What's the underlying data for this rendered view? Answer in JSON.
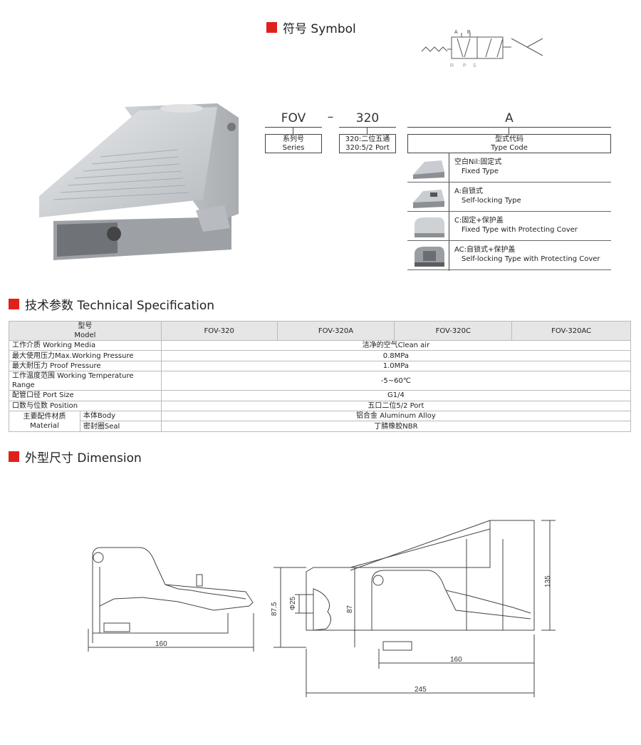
{
  "symbol": {
    "heading": "符号 Symbol",
    "port_top": [
      "A",
      "B"
    ],
    "port_bottom": [
      "R",
      "P",
      "S"
    ]
  },
  "order_code": {
    "series": {
      "code": "FOV",
      "label_cn": "系列号",
      "label_en": "Series"
    },
    "dash": "–",
    "port": {
      "code": "320",
      "label_cn": "320:二位五通",
      "label_en": "320:5/2 Port"
    },
    "type": {
      "code": "A",
      "label_cn": "型式代码",
      "label_en": "Type Code"
    },
    "type_options": [
      {
        "cn": "空白Nil:固定式",
        "en": "Fixed Type"
      },
      {
        "cn": "A:自锁式",
        "en": "Self-locking Type"
      },
      {
        "cn": "C:固定+保护盖",
        "en": "Fixed Type with Protecting Cover"
      },
      {
        "cn": "AC:自锁式+保护盖",
        "en": "Self-locking Type with Protecting Cover"
      }
    ]
  },
  "tech_spec": {
    "heading": "技术参数 Technical Specification",
    "model_cn": "型号",
    "model_en": "Model",
    "models": [
      "FOV-320",
      "FOV-320A",
      "FOV-320C",
      "FOV-320AC"
    ],
    "rows": [
      {
        "label": "工作介质 Working Media",
        "value": "洁净的空气Clean air"
      },
      {
        "label": "最大使用压力Max.Working Pressure",
        "value": "0.8MPa"
      },
      {
        "label": "最大耐压力 Proof Pressure",
        "value": "1.0MPa"
      },
      {
        "label": "工作温度范围 Working Temperature Range",
        "value": "-5~60℃"
      },
      {
        "label": "配管口径 Port Size",
        "value": "G1/4"
      },
      {
        "label": "口数与位数 Position",
        "value": "五口二位5/2 Port"
      }
    ],
    "material": {
      "label_cn": "主要配件材质",
      "label_en": "Material",
      "items": [
        {
          "label": "本体Body",
          "value": "铝合金 Aluminum Alloy"
        },
        {
          "label": "密封圈Seal",
          "value": "丁腈橡胶NBR"
        }
      ]
    }
  },
  "dimension": {
    "heading": "外型尺寸 Dimension",
    "labels": {
      "front_width": "160",
      "side_height_left": "87.5",
      "bore": "Φ25",
      "side_height_inner": "87",
      "total_height": "135",
      "side_width": "160",
      "total_length": "245"
    }
  },
  "colors": {
    "accent_red": "#e0211b",
    "header_gray": "#e6e6e6",
    "body_silver": "#c9ccd0"
  }
}
